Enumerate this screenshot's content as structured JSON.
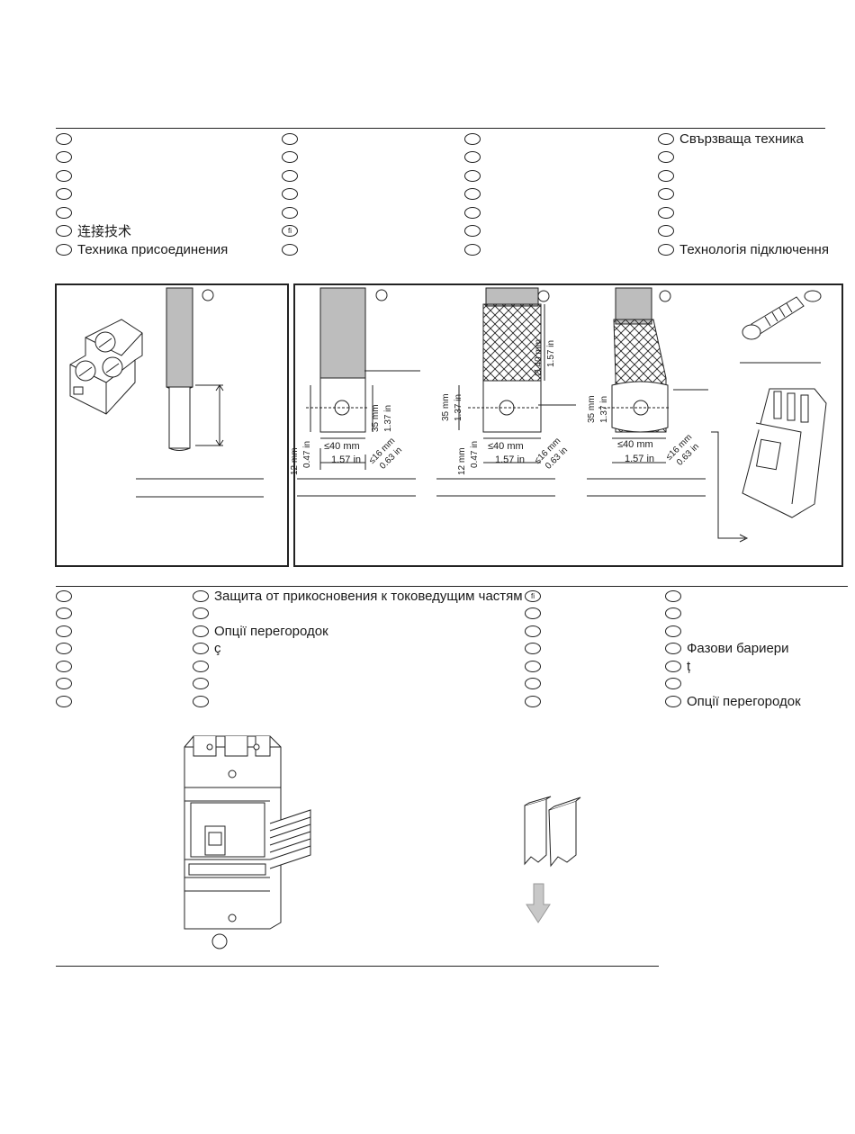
{
  "section1": {
    "col1": [
      "",
      "",
      "",
      "",
      "",
      "连接技术",
      "Техника присоединения"
    ],
    "col2": [
      "",
      "",
      "",
      "",
      "",
      "",
      ""
    ],
    "col2_special_mark": "fi",
    "col3": [
      "",
      "",
      "",
      "",
      "",
      "",
      ""
    ],
    "col4": [
      "Свързваща техника",
      "",
      "",
      "",
      "",
      "",
      "Технологія підключення"
    ]
  },
  "figure": {
    "dim_12mm": "12 mm",
    "dim_047in": "0.47 in",
    "dim_40mm": "≤40 mm",
    "dim_157in": "1.57 in",
    "dim_16mm": "≤16 mm",
    "dim_063in": "0.63 in",
    "dim_35mm": "35 mm",
    "dim_137in": "1.37 in",
    "dim_dia40mm": "Ø 40 mm",
    "dim_dia157in": "1.57 in"
  },
  "section2": {
    "col1": [
      "",
      "",
      "",
      "",
      "",
      "",
      ""
    ],
    "col2": [
      "Защита от прикосновения к токоведущим частям",
      "",
      "Опції перегородок",
      "ç",
      "",
      "",
      ""
    ],
    "col3": [
      "",
      "",
      "",
      "",
      "",
      "",
      ""
    ],
    "col3_special_mark": "fi",
    "col4": [
      "",
      "",
      "",
      "Фазови бариери",
      "ț",
      "",
      "Опції перегородок"
    ]
  }
}
